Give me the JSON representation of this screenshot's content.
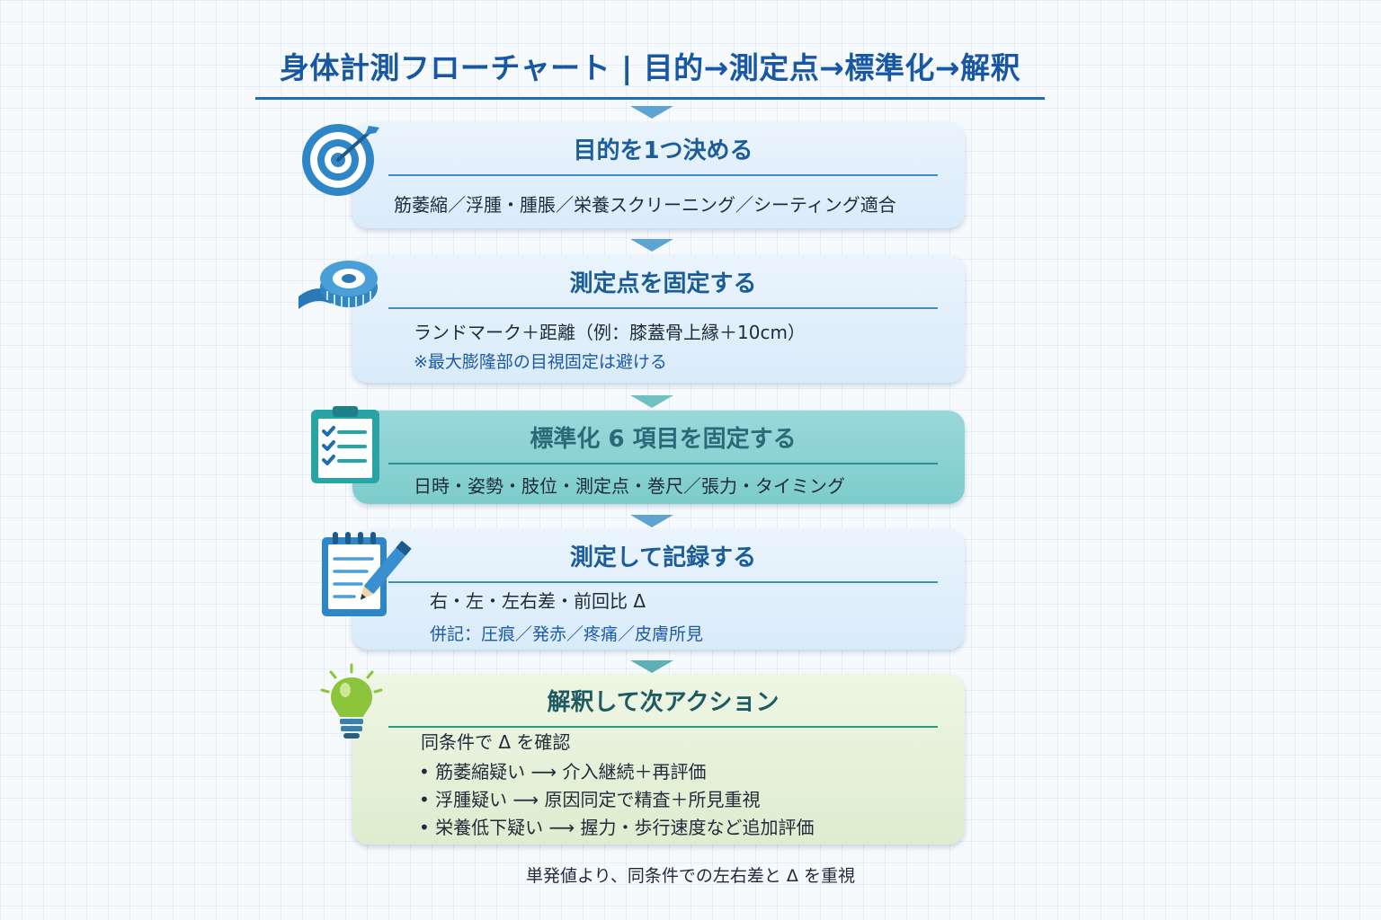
{
  "title": "身体計測フローチャート | 目的→測定点→標準化→解釈",
  "steps": [
    {
      "heading": "目的を1つ決める",
      "lines": [
        "筋萎縮／浮腫・腫脹／栄養スクリーニング／シーティング適合"
      ],
      "icon": "target-icon"
    },
    {
      "heading": "測定点を固定する",
      "lines": [
        "ランドマーク＋距離（例：膝蓋骨上縁＋10cm）"
      ],
      "note": "※最大膨隆部の目視固定は避ける",
      "icon": "tape-measure-icon"
    },
    {
      "heading": "標準化 6 項目を固定する",
      "lines": [
        "日時・姿勢・肢位・測定点・巻尺／張力・タイミング"
      ],
      "icon": "checklist-icon"
    },
    {
      "heading": "測定して記録する",
      "lines": [
        "右・左・左右差・前回比 Δ"
      ],
      "note": "併記：圧痕／発赤／疼痛／皮膚所見",
      "icon": "notepad-pencil-icon"
    },
    {
      "heading": "解釈して次アクション",
      "lines": [
        "同条件で Δ を確認",
        "• 筋萎縮疑い ⟶ 介入継続＋再評価",
        "• 浮腫疑い ⟶ 原因同定で精査＋所見重視",
        "• 栄養低下疑い ⟶ 握力・歩行速度など追加評価"
      ],
      "icon": "lightbulb-icon"
    }
  ],
  "footer": "単発値より、同条件での左右差と Δ を重視",
  "colors": {
    "title": "#1757a3",
    "accent": "#1b6fb5",
    "card_blue": "#d9ebfa",
    "card_teal": "#7ccccc",
    "card_green": "#ddedcf",
    "arrow_blue": "#5fa3d1",
    "arrow_teal": "#6fc0c0"
  }
}
